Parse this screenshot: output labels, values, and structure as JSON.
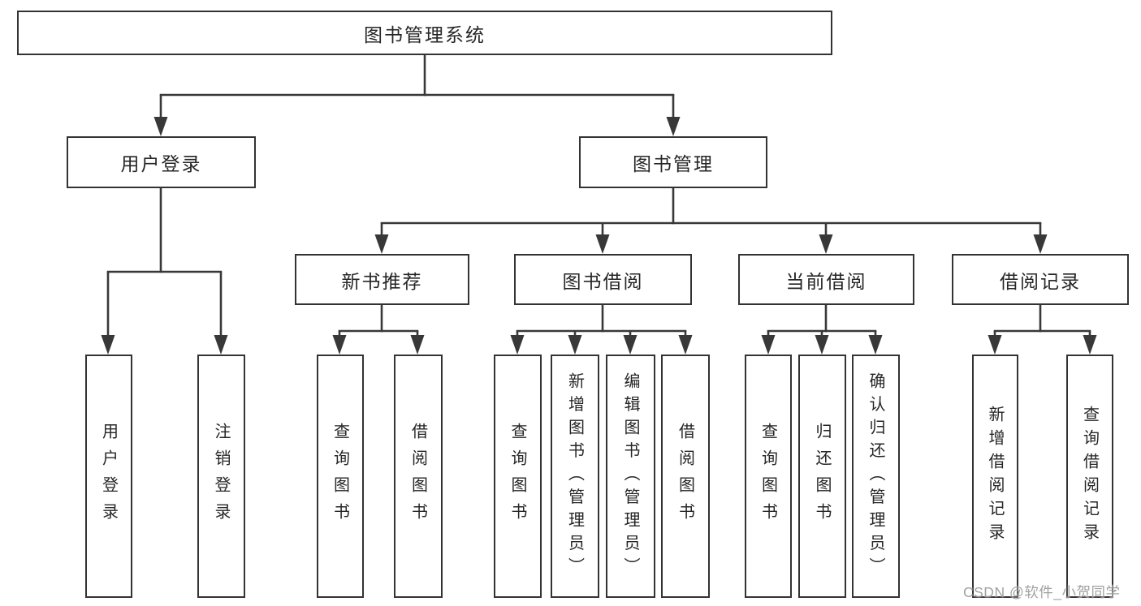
{
  "diagram": {
    "root": {
      "label": "图书管理系统"
    },
    "branches": [
      {
        "label": "用户登录",
        "children": [
          {
            "label": "用户登录"
          },
          {
            "label": "注销登录"
          }
        ]
      },
      {
        "label": "图书管理",
        "children": [
          {
            "label": "新书推荐",
            "children": [
              {
                "label": "查询图书"
              },
              {
                "label": "借阅图书"
              }
            ]
          },
          {
            "label": "图书借阅",
            "children": [
              {
                "label": "查询图书"
              },
              {
                "label": "新增图书（管理员）"
              },
              {
                "label": "编辑图书（管理员）"
              },
              {
                "label": "借阅图书"
              }
            ]
          },
          {
            "label": "当前借阅",
            "children": [
              {
                "label": "查询图书"
              },
              {
                "label": "归还图书"
              },
              {
                "label": "确认归还（管理员）"
              }
            ]
          },
          {
            "label": "借阅记录",
            "children": [
              {
                "label": "新增借阅记录"
              },
              {
                "label": "查询借阅记录"
              }
            ]
          }
        ]
      }
    ]
  },
  "watermark": {
    "text": "CSDN @软件_小贺同学"
  },
  "colors": {
    "line": "#383838",
    "node_border": "#333333",
    "text": "#262626",
    "watermark": "#9c9c9c"
  }
}
